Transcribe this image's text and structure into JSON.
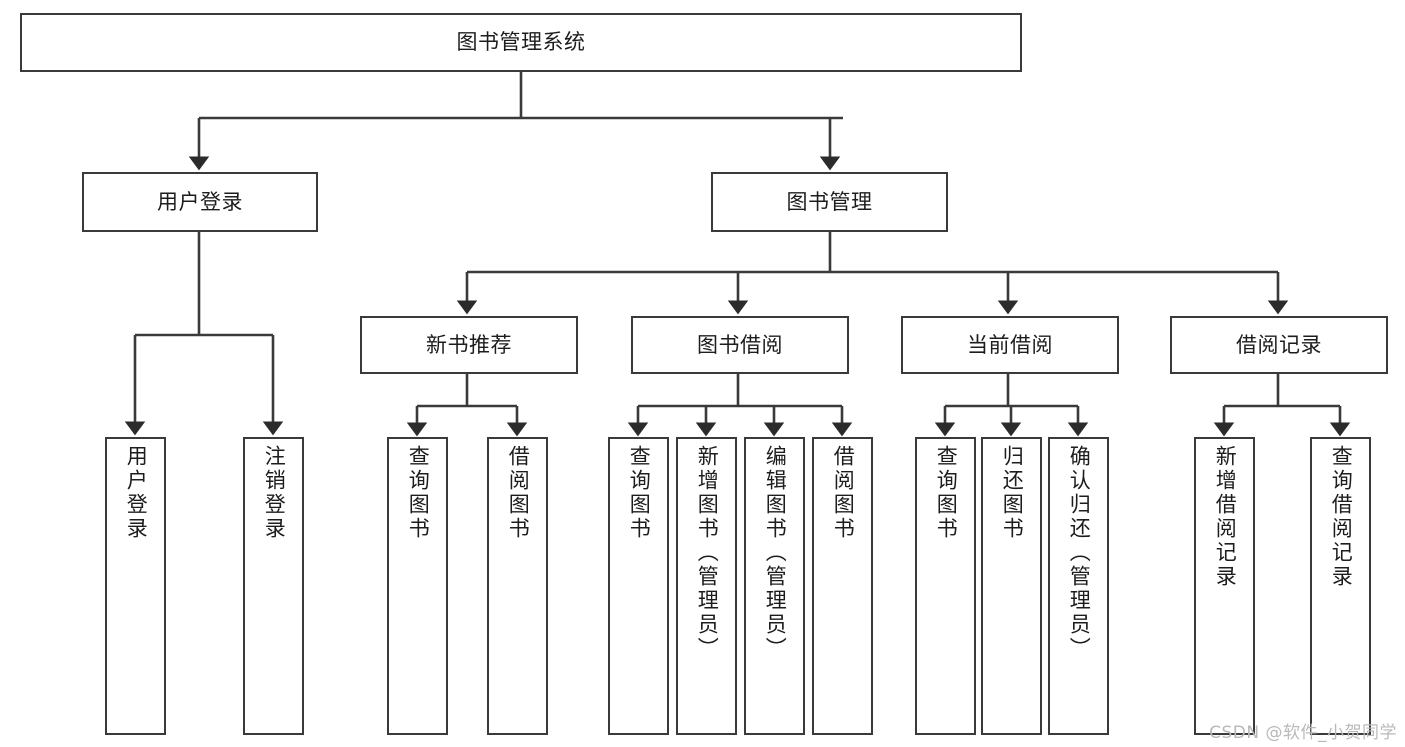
{
  "diagram": {
    "title": "图书管理系统",
    "type": "hierarchy-tree",
    "watermark": "CSDN @软件_小贺同学",
    "colors": {
      "stroke": "#3a3a3a",
      "node_fill": "#ffffff",
      "text": "#1d1d1d",
      "watermark": "#b9b9b9",
      "background": "#ffffff"
    },
    "levels": {
      "root": {
        "label": "图书管理系统"
      },
      "level2": [
        {
          "label": "用户登录"
        },
        {
          "label": "图书管理"
        }
      ],
      "level3": [
        {
          "label": "新书推荐"
        },
        {
          "label": "图书借阅"
        },
        {
          "label": "当前借阅"
        },
        {
          "label": "借阅记录"
        }
      ],
      "leaves": {
        "user_login": [
          {
            "label": "用户登录"
          },
          {
            "label": "注销登录"
          }
        ],
        "new_book_recommend": [
          {
            "label": "查询图书"
          },
          {
            "label": "借阅图书"
          }
        ],
        "book_borrow": [
          {
            "label": "查询图书"
          },
          {
            "label": "新增图书（管理员）"
          },
          {
            "label": "编辑图书（管理员）"
          },
          {
            "label": "借阅图书"
          }
        ],
        "current_borrow": [
          {
            "label": "查询图书"
          },
          {
            "label": "归还图书"
          },
          {
            "label": "确认归还（管理员）"
          }
        ],
        "borrow_record": [
          {
            "label": "新增借阅记录"
          },
          {
            "label": "查询借阅记录"
          }
        ]
      }
    }
  }
}
